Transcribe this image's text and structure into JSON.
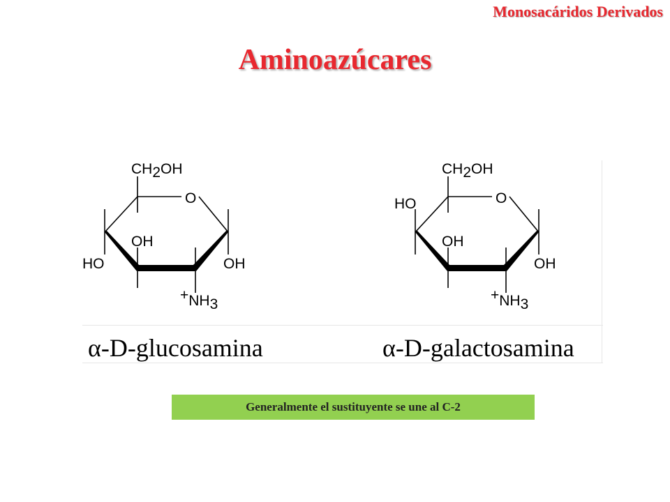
{
  "header": {
    "corner_title": "Monosacáridos Derivados",
    "title": "Aminoazúcares"
  },
  "structures": [
    {
      "name": "α-D-glucosamina",
      "labels": {
        "ch2oh_a": "CH",
        "ch2oh_sub": "2",
        "ch2oh_b": "OH",
        "ring_o": "O",
        "oh_top": "OH",
        "oh_left": "HO",
        "oh_right": "OH",
        "nh3_plus": "+",
        "nh3": "NH",
        "nh3_sub": "3"
      }
    },
    {
      "name": "α-D-galactosamina",
      "labels": {
        "ch2oh_a": "CH",
        "ch2oh_sub": "2",
        "ch2oh_b": "OH",
        "ring_o": "O",
        "ho_c4": "HO",
        "oh_top": "OH",
        "oh_right": "OH",
        "nh3_plus": "+",
        "nh3": "NH",
        "nh3_sub": "3"
      }
    }
  ],
  "note": "Generalmente el sustituyente se une al C-2"
}
